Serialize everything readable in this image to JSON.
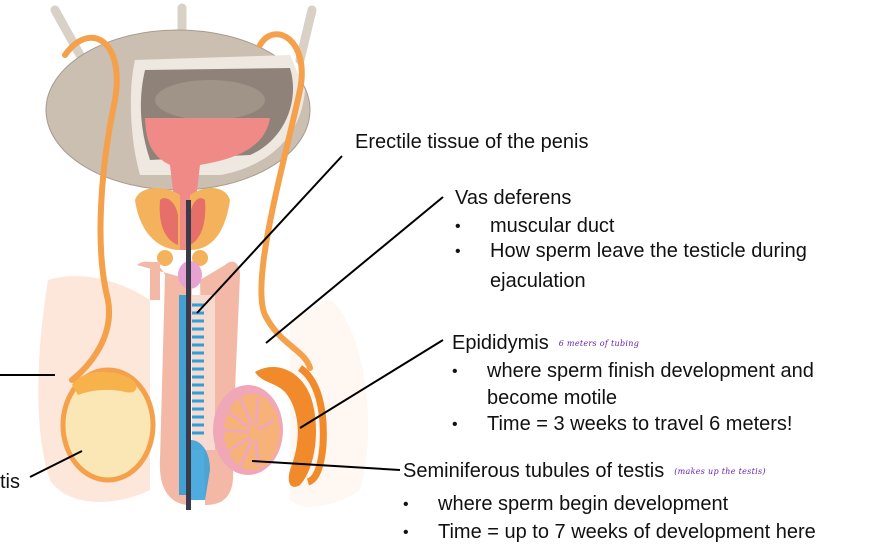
{
  "slide": {
    "labels": {
      "erectile": {
        "title": "Erectile tissue of the penis"
      },
      "vas_deferens": {
        "title": "Vas deferens",
        "bullets": [
          "muscular duct",
          "How sperm leave the testicle during",
          "ejaculation"
        ]
      },
      "epididymis": {
        "title": "Epididymis",
        "note": "6 meters of tubing",
        "bullets": [
          "where sperm finish development and",
          "become motile",
          "Time = 3 weeks to travel 6 meters!"
        ]
      },
      "seminiferous": {
        "title": "Seminiferous tubules of testis",
        "note": "(makes up the testis)",
        "bullets": [
          "where sperm begin development",
          "Time = up to 7 weeks of development here"
        ]
      },
      "testis_partial": {
        "title": "tis"
      }
    },
    "colors": {
      "vas_orange": "#f5a04a",
      "bladder_gray": "#cbbfb2",
      "bladder_inner": "#8f8379",
      "urethra_pink": "#ef8a86",
      "erectile_blue": "#2f9fd8",
      "skin_peach": "#f7d6c4",
      "testis_cream": "#fbe6b5",
      "epididymis_orange": "#f08a2a",
      "tubule_pink": "#f0a7b8",
      "annotation_purple": "#6a1fb0",
      "leader_line": "#000000"
    }
  }
}
